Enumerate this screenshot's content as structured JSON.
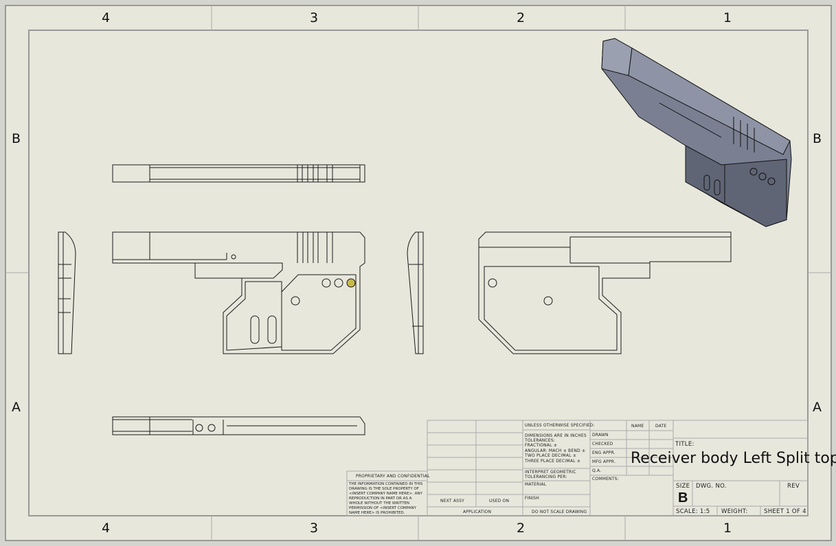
{
  "zones": {
    "columns": [
      "4",
      "3",
      "2",
      "1"
    ],
    "rows": [
      "B",
      "A"
    ]
  },
  "title_block": {
    "unless_specified": "UNLESS OTHERWISE SPECIFIED:",
    "tolerances": [
      "DIMENSIONS ARE IN INCHES",
      "TOLERANCES:",
      "FRACTIONAL ±",
      "ANGULAR: MACH ±   BEND ±",
      "TWO PLACE DECIMAL    ±",
      "THREE PLACE DECIMAL   ±"
    ],
    "interpret": [
      "INTERPRET GEOMETRIC",
      "TOLERANCING PER:"
    ],
    "material": "MATERIAL",
    "finish": "FINISH",
    "do_not_scale": "DO NOT SCALE DRAWING",
    "next_assy": "NEXT ASSY",
    "used_on": "USED ON",
    "application": "APPLICATION",
    "name_header": "NAME",
    "date_header": "DATE",
    "rows": [
      "DRAWN",
      "CHECKED",
      "ENG APPR.",
      "MFG APPR.",
      "Q.A.",
      "COMMENTS:"
    ],
    "title_label": "TITLE:",
    "size_label": "SIZE",
    "size_value": "B",
    "dwg_no_label": "DWG.  NO.",
    "rev_label": "REV",
    "drawing_title": "Receiver body Left Split top",
    "scale": "SCALE: 1:5",
    "weight": "WEIGHT:",
    "sheet": "SHEET 1 OF 4",
    "proprietary_heading": "PROPRIETARY AND CONFIDENTIAL",
    "proprietary_text": "THE INFORMATION CONTAINED IN THIS DRAWING IS THE SOLE PROPERTY OF <INSERT COMPANY NAME HERE>. ANY REPRODUCTION IN PART OR AS A WHOLE WITHOUT THE WRITTEN PERMISSION OF <INSERT COMPANY NAME HERE> IS PROHIBITED."
  },
  "colors": {
    "paper": "#e8e7dc",
    "line": "#1a1a1a",
    "grid": "#b7b7b0",
    "model": "#6e7383"
  }
}
